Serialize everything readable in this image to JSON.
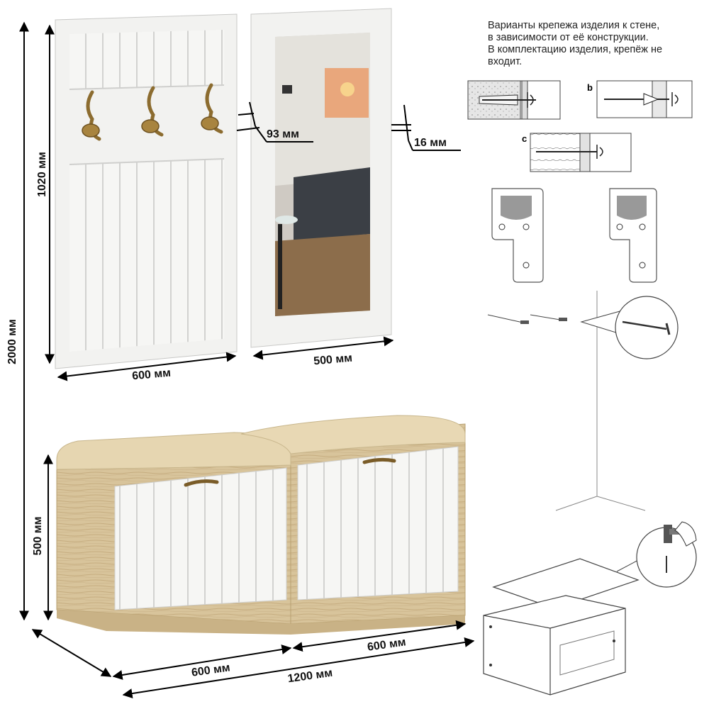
{
  "dimensions": {
    "total_height": "2000 мм",
    "panel_height": "1020 мм",
    "hook_panel_width": "600 мм",
    "mirror_width": "500 мм",
    "depth_93": "93 мм",
    "thickness_16": "16 мм",
    "bench_height": "500 мм",
    "module_left_width": "600 мм",
    "module_right_width": "600 мм",
    "total_width": "1200 мм"
  },
  "mounting_note": {
    "lines": [
      "Варианты крепежа изделия к стене,",
      "в зависимости от её конструкции.",
      "В комплектацию изделия, крепёж не",
      "входит."
    ]
  },
  "mount_labels": {
    "b": "b",
    "c": "c"
  },
  "colors": {
    "white_panel": "#f4f4f2",
    "oak": "#d7c39a",
    "cushion": "#e6d6b1",
    "brass": "#9a7a3a"
  }
}
